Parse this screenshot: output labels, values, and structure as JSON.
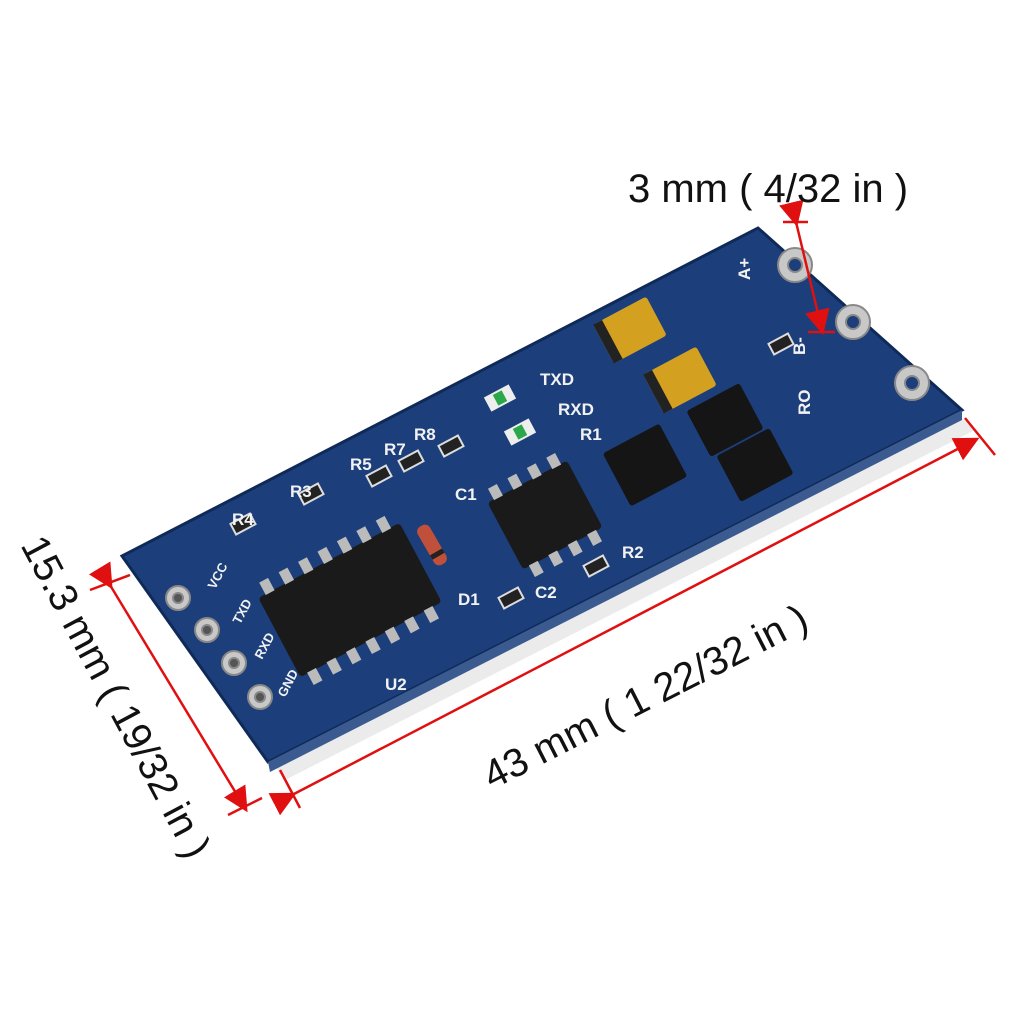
{
  "dimensions": {
    "pin_pitch": "3 mm ( 4/32 in )",
    "length": "43 mm ( 1 22/32 in )",
    "width": "15.3 mm ( 19/32 in )"
  },
  "board": {
    "silkscreen": {
      "txd_led": "TXD",
      "rxd_led": "RXD",
      "r1": "R1",
      "r2": "R2",
      "r3": "R3",
      "r4": "R4",
      "r5": "R5",
      "r7": "R7",
      "r8": "R8",
      "c1": "C1",
      "c2": "C2",
      "d1": "D1",
      "u2": "U2",
      "a_plus": "A+",
      "b_minus": "B-",
      "ro": "RO",
      "pin_vcc": "VCC",
      "pin_txd": "TXD",
      "pin_rxd": "RXD",
      "pin_gnd": "GND"
    }
  },
  "colors": {
    "pcb": "#1c3f7c",
    "dimension_line": "#e01010",
    "chip": "#1a1a1a",
    "capacitor": "#d4a020"
  }
}
